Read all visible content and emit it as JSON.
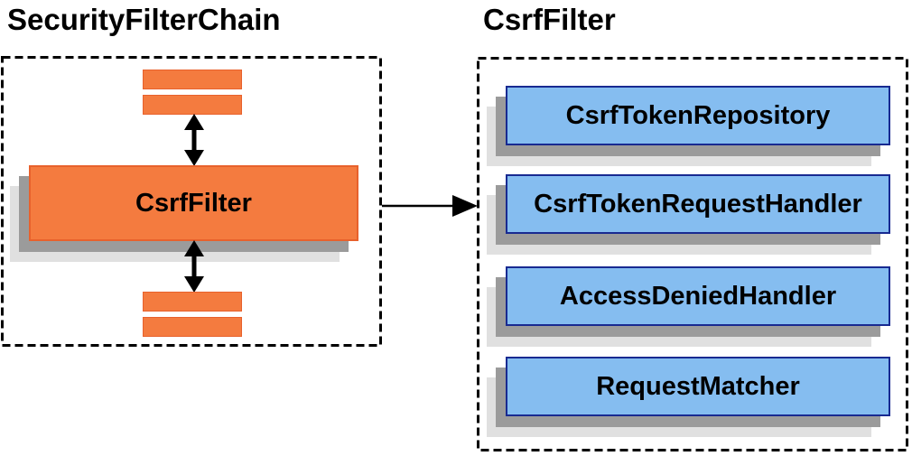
{
  "left_panel": {
    "title": "SecurityFilterChain",
    "filter_node_label": "CsrfFilter"
  },
  "right_panel": {
    "title": "CsrfFilter",
    "components": [
      {
        "label": "CsrfTokenRepository"
      },
      {
        "label": "CsrfTokenRequestHandler"
      },
      {
        "label": "AccessDeniedHandler"
      },
      {
        "label": "RequestMatcher"
      }
    ]
  },
  "colors": {
    "orange_fill": "#F47B3F",
    "orange_border": "#E8612C",
    "blue_fill": "#85BDF0",
    "blue_border": "#182A91",
    "shadow_dark": "#9B9B9B",
    "shadow_light": "#E0E0E0",
    "arrow": "#000000",
    "dashed_border": "#000000"
  },
  "icons": {
    "vertical_double_arrow": "↕",
    "flow_arrow": "→"
  }
}
